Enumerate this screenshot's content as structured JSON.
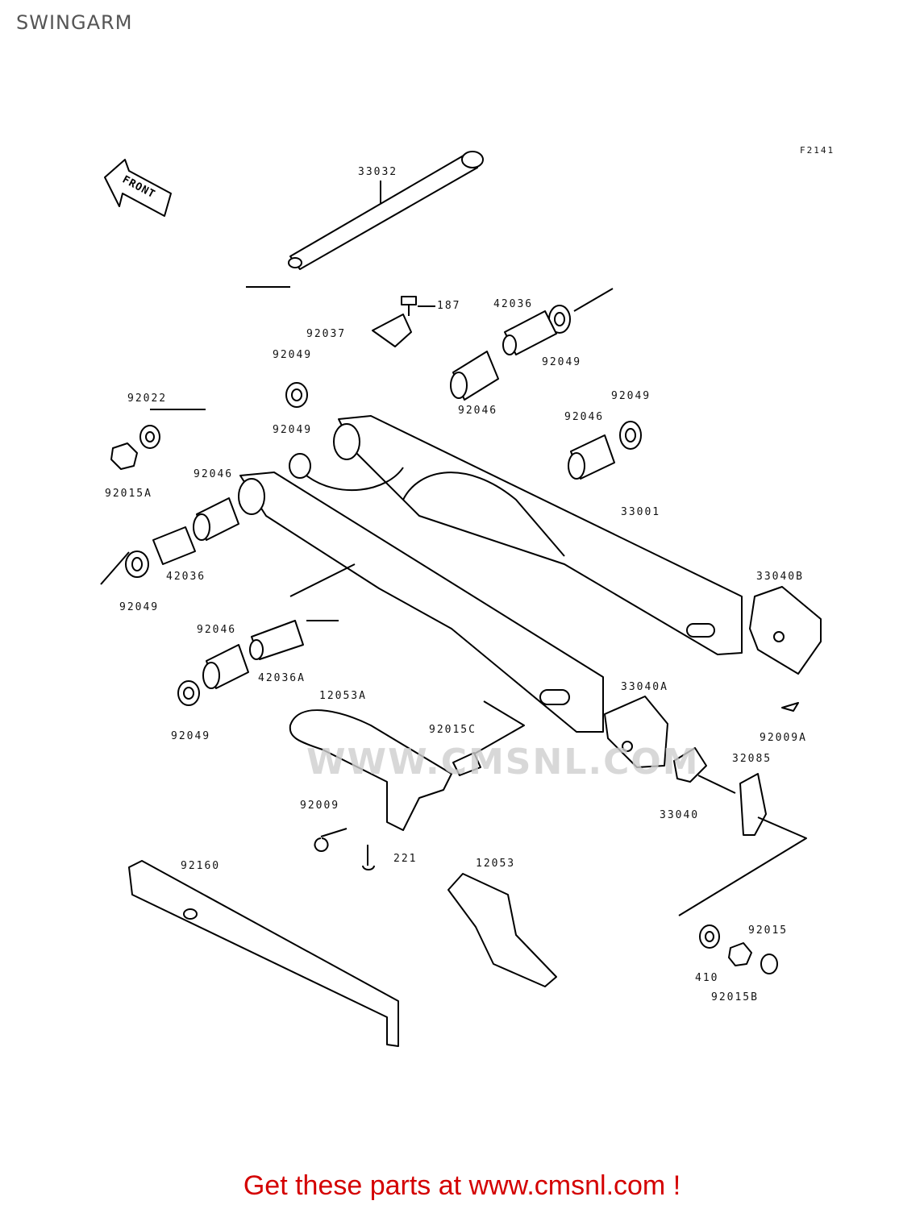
{
  "page": {
    "title": "SWINGARM",
    "figure_code": "F2141",
    "front_label": "FRONT"
  },
  "watermark": "WWW.CMSNL.COM",
  "parts": [
    "33032",
    "187",
    "42036",
    "92037",
    "92049",
    "92049",
    "92049",
    "92022",
    "92046",
    "92049",
    "92046",
    "92049",
    "92015A",
    "92046",
    "33001",
    "42036",
    "92049",
    "33040B",
    "92046",
    "42036A",
    "12053A",
    "33040A",
    "92049",
    "92015C",
    "92009A",
    "32085",
    "92009",
    "33040",
    "221",
    "92160",
    "12053",
    "92015",
    "410",
    "92015B"
  ],
  "footer": {
    "cta": "Get these parts at www.cmsnl.com !"
  }
}
